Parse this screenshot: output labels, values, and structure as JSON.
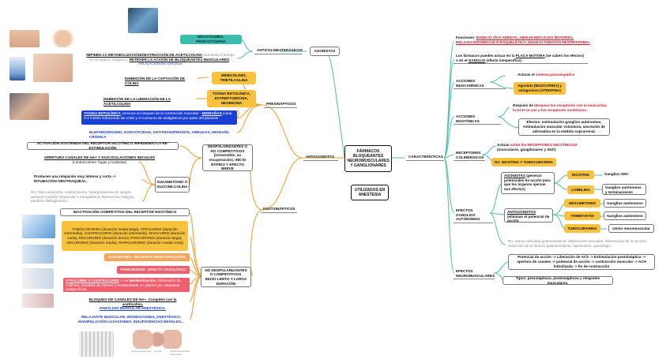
{
  "center": {
    "title": "FÁRMACOS BLOQUEANTES NEUROMUSCULARES Y GANGLIONARES",
    "sub": "UTILIZADOS EN ANESTESIA"
  },
  "branches": {
    "antagonistas": "ANTAGONISTAS",
    "caracteristicas": "CARACTERÍSTICAS",
    "presinapticos": "PRESINÁPTICOS",
    "postsinapticos": "POSTSINÁPTICOS",
    "anticolinesterasicos": "ANTICOLINESTERÁSICOS",
    "agonistas": "AGONISTAS"
  },
  "left": {
    "neostig": "NEOSTIGMINA, PIRIDOSTIGMINA",
    "impiden_a": "IMPIDEN LA METABOLIZACIÓN/DESTRUCCIÓN DE ACETILCOLINA",
    "impiden_b": " (aumenta el tiempo en el espacio sináptico). ",
    "impiden_c": "RETRAER LA ACCIÓN DE BLOQUEANTES MUSCULARES",
    "impiden_d": " - APLICACIÓN EN CIRUGÍA",
    "hemicolinio": "HEMICOLINIO, TRIETILCOLINA",
    "captacion": "INHIBICIÓN DE LA CAPTACIÓN DE COLINA",
    "toxina_box": "TOXINA BOTULÍNICA, ESTREPTOMICINA, NEOMICINA",
    "liberacion": "INHIBICIÓN DE LA LIBERACIÓN DE LA ACETILCOLINA",
    "toxina_a": "TOXINA BOTULÍNICA",
    "toxina_b": ": provoca un bloqueo de la contracción muscular - ",
    "toxina_c": "MIGRAÑAS",
    "toxina_d": " (cada 3-4 meses reduciendo las crisis y el consumo de analgésicos por parte del paciente",
    "blefaro": "BLEFAROSPASMO, ESPASTICIDAD, ANTITRANSPIRANTE, ARRUGAS, MIGRAÑA CRÓNICA",
    "despol": "DESPOLARIZANTES O NO COMPETITIVOS (irreversible, no recuperación). INICIO RÁPIDO Y EFECTO BREVE",
    "activacion": "ACTIVACIÓN SOSTENIDA DEL RECEPTOR NICOTÍNICO IMPIDIENDO LA RE-ESTIMULACIÓN",
    "apertura": "APERTURA CANALES DE NA+ Y FASCICULACIONES INICIALES",
    "apertura_b": " (contracciones: fugas y molestas)",
    "suxa": "SUXAMETONIO O SUCCINILCOLINA",
    "producen": "Producen una relajación muy intensa y corta -> INTUBACIÓN OROTRAQUEAL.",
    "ra": "RA: fasciculaciones, contracciones, hiperpotasemia en sangre, aumento presión intraocular e intragástrica, hipertermia maligna, parálisis diafragmática.",
    "inactivacion": "INACTIVACIÓN COMPETITIVA DEL RECEPTOR NICOTÍNICO",
    "tubo_text": "TUBOCURARINA (duración media-larga), ATRACURIO (duración intermedia), CISATRACURIO (duración intermedia), MIVACURIO (duración corta), ROCURONIO (duración breve), PANCURONIO (duración larga), VECURONIO (duración media), RAPACURONIO (duración media-corta)",
    "rocuronio": "ROCURONIO - NECESITA MONITORIZACIÓN",
    "pancuronio": "PANCURONIO - EFECTO VAGOLÍTICO",
    "atra_a": "ATRACURIO Y CISATRACURIO",
    "atra_b": " -> su ",
    "atra_c": "Metabolización:",
    "atra_d": " eliminación de Hoffman, hidrólisis de ésteres y metabolizado en plasma por esterasas inespecíficas",
    "nodespol": "NO DESPOLARIZANTES O COMPETITIVOS. INICIO LENTO Y LARGA DURACIÓN",
    "bloqueo": "BLOQUEO DE CANALES DE NA+. Compiten con la acetilcolina.",
    "paralisis": "PARÁLISIS MUSCULAR ANESTÉSICA.",
    "relajante": "RELAJANTE MUSCULAR, INTUBACIONES, ANESTÉSICO, MANIPULACIÓN LUXACIONES, INSUFICIENCIAS RENALES...",
    "fig1": "Acetilcolinesterasa",
    "fig2": "Normal",
    "fig3": "Acetilcolinesterasa bloqueada"
  },
  "right": {
    "funciones_a": "Funciones: ",
    "funciones_b": "MANEJO VÍAS AÉREAS, ABOLIR REFLEJOS MOTORES, RELAJACIÓN MÚSCULO-ESQUELÉTICA, MANEJO FUNCIÓN RESPIRATORIA.",
    "placa_a": "Los fármacos pueden actuar en la ",
    "placa_b": "PLACA MOTORA",
    "placa_c": " (se saben los efectos) o en el ",
    "placa_d": "GANGLIO",
    "placa_e": " (efecto inespecífico)",
    "musc": "ACCIONES MUSCARÍNICAS",
    "activan_a": "Activan el ",
    "activan_b": "sistema parasimpático",
    "agonista": "Agonista (MUSCARINA) y antagonista (ATROPINA)",
    "nico": "ACCIONES NICOTÍNICAS",
    "despues_a": "Después de ",
    "despues_b": "bloquear los receptores con la muscarina, la ACH se une a los receptores nicotínicos.",
    "efectos": "Efectos: estimulación ganglios autónomos, estimulación muscular voluntaria, secreción de adrenalina en la médula suprarrenal.",
    "receptores": "RECEPTORES COLINÉRGICOS",
    "actuan_a": "Actúan ",
    "actuan_b": "sobre los RECEPTORES NICOTÍNICOS",
    "actuan_c": " (musculares, ganglionares y SNC)",
    "n1": "N1: NICOTINA Y TUBOCURARINA",
    "efgang": "EFECTOS GANGLIOS AUTÓNOMOS",
    "agonistas_a": "AGONISTAS",
    "agonistas_b": " (generan potenciales de acción para que los órganos ejerzan sus efectos)",
    "nicotina": "NICOTINA",
    "lobelina": "LOBELINA",
    "g_snc": "Ganglios SNC",
    "g_auto": "Ganglios autónomos y terminaciones",
    "antag_a": "ANTAGONISTAS",
    "antag_b": " (eliminan el potencial de acción",
    "hexa": "HEXAMETONIO",
    "trime": "TRIMETAFÁN",
    "tubo": "TUBOCURARINA",
    "g_auto2": "Ganglios autónomos",
    "g_auto3": "Ganglios autónomos",
    "union": "Unión neuromuscular",
    "ra": "RA: menor actividad gastrointestinal, alteraciones sexuales, disminución de la micción, reducción de la función gastrointestinal, hipotensión, queratoglo...",
    "efneuro": "EFECTOS NEUROMUSCULARES",
    "potencial": "Potencial de acción -> Liberación de ACh -> Estimulación postsináptica -> apertura de canales -> potencial de acción -> contracción muscular -> ACH hidrolizada -> fin de contracción",
    "tipos": "Tipos: presinápticos, postsinápticos y relajantes musculares."
  },
  "colors": {
    "teal": "#3fbcb0",
    "yellow": "#f9c23c",
    "blue": "#1a3fd4",
    "orange": "#f5a65a",
    "pink": "#ef5f6d",
    "red": "#d01a2a",
    "line_left": "#f0a23a",
    "line_right": "#5bc0b8"
  }
}
